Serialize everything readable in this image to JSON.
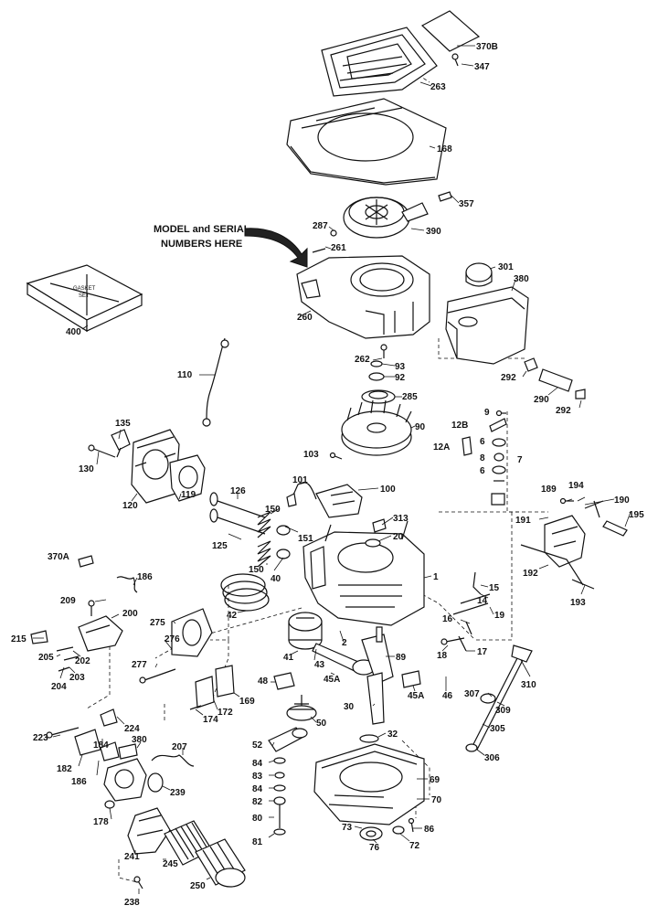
{
  "note": {
    "line1": "MODEL and SERIAL",
    "line2": "NUMBERS HERE"
  },
  "gasket_box": {
    "line1": "GASKET",
    "line2": "SET"
  },
  "labels": {
    "p370b": "370B",
    "p347": "347",
    "p263": "263",
    "p168": "168",
    "p357": "357",
    "p287": "287",
    "p390a": "390",
    "p261": "261",
    "p301": "301",
    "p380a": "380",
    "p400": "400",
    "p260": "260",
    "p262": "262",
    "p93": "93",
    "p92": "92",
    "p285": "285",
    "p110": "110",
    "p292a": "292",
    "p290": "290",
    "p292b": "292",
    "p9": "9",
    "p12b": "12B",
    "p12a": "12A",
    "p6a": "6",
    "p8": "8",
    "p6b": "6",
    "p7": "7",
    "p135": "135",
    "p130": "130",
    "p120": "120",
    "p119": "119",
    "p90": "90",
    "p103": "103",
    "p101": "101",
    "p100": "100",
    "p126": "126",
    "p150a": "150",
    "p313": "313",
    "p20": "20",
    "p194": "194",
    "p189": "189",
    "p190": "190",
    "p191": "191",
    "p195": "195",
    "p125": "125",
    "p151": "151",
    "p150b": "150",
    "p40": "40",
    "p370a": "370A",
    "p192": "192",
    "p1": "1",
    "p186a": "186",
    "p193": "193",
    "p15": "15",
    "p14": "14",
    "p42": "42",
    "p209": "209",
    "p200": "200",
    "p275": "275",
    "p19": "19",
    "p215": "215",
    "p276": "276",
    "p16": "16",
    "p2": "2",
    "p205": "205",
    "p202": "202",
    "p18": "18",
    "p17": "17",
    "p41": "41",
    "p43": "43",
    "p89": "89",
    "p204": "204",
    "p203": "203",
    "p277": "277",
    "p45a": "45A",
    "p310": "310",
    "p48": "48",
    "p45b": "45A",
    "p46": "46",
    "p307": "307",
    "p169": "169",
    "p172": "172",
    "p174": "174",
    "p30": "30",
    "p309": "309",
    "p224": "224",
    "p50": "50",
    "p223": "223",
    "p380b": "380",
    "p207": "207",
    "p52": "52",
    "p32": "32",
    "p305": "305",
    "p182": "182",
    "p184": "184",
    "p306": "306",
    "p186b": "186",
    "p84a": "84",
    "p83": "83",
    "p239": "239",
    "p69": "69",
    "p84b": "84",
    "p178": "178",
    "p82": "82",
    "p70": "70",
    "p80": "80",
    "p73": "73",
    "p86": "86",
    "p81": "81",
    "p76": "76",
    "p72": "72",
    "p241": "241",
    "p245": "245",
    "p250": "250",
    "p238": "238"
  }
}
